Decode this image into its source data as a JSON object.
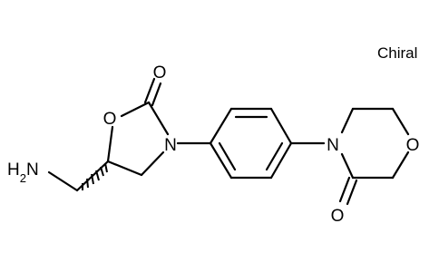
{
  "annotation": "Chiral",
  "atoms": {
    "nh2": "H2N",
    "o_ring": "O",
    "o_carbonyl1": "O",
    "n_oxazolidinone": "N",
    "n_morpholinone": "N",
    "o_morpholine": "O",
    "o_carbonyl2": "O"
  },
  "colors": {
    "ink": "#000000",
    "background": "#ffffff"
  }
}
